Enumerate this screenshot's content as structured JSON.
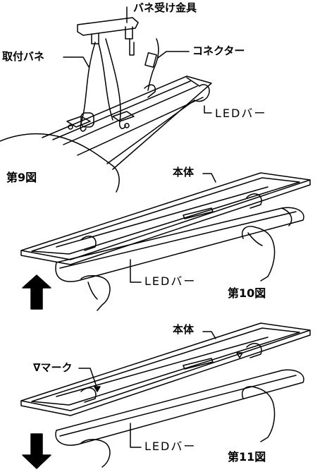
{
  "figure9": {
    "caption": "第9図",
    "labels": {
      "spring_bracket": "バネ受け金具",
      "mounting_spring": "取付バネ",
      "connector": "コネクター",
      "led_bar": "LEDバー"
    }
  },
  "figure10": {
    "caption": "第10図",
    "labels": {
      "body": "本体",
      "led_bar": "LEDバー"
    },
    "arrow_direction": "up"
  },
  "figure11": {
    "caption": "第11図",
    "labels": {
      "body": "本体",
      "mark": "∇マーク",
      "led_bar": "LEDバー"
    },
    "arrow_direction": "down"
  },
  "colors": {
    "ink": "#000000",
    "paper": "#ffffff"
  }
}
